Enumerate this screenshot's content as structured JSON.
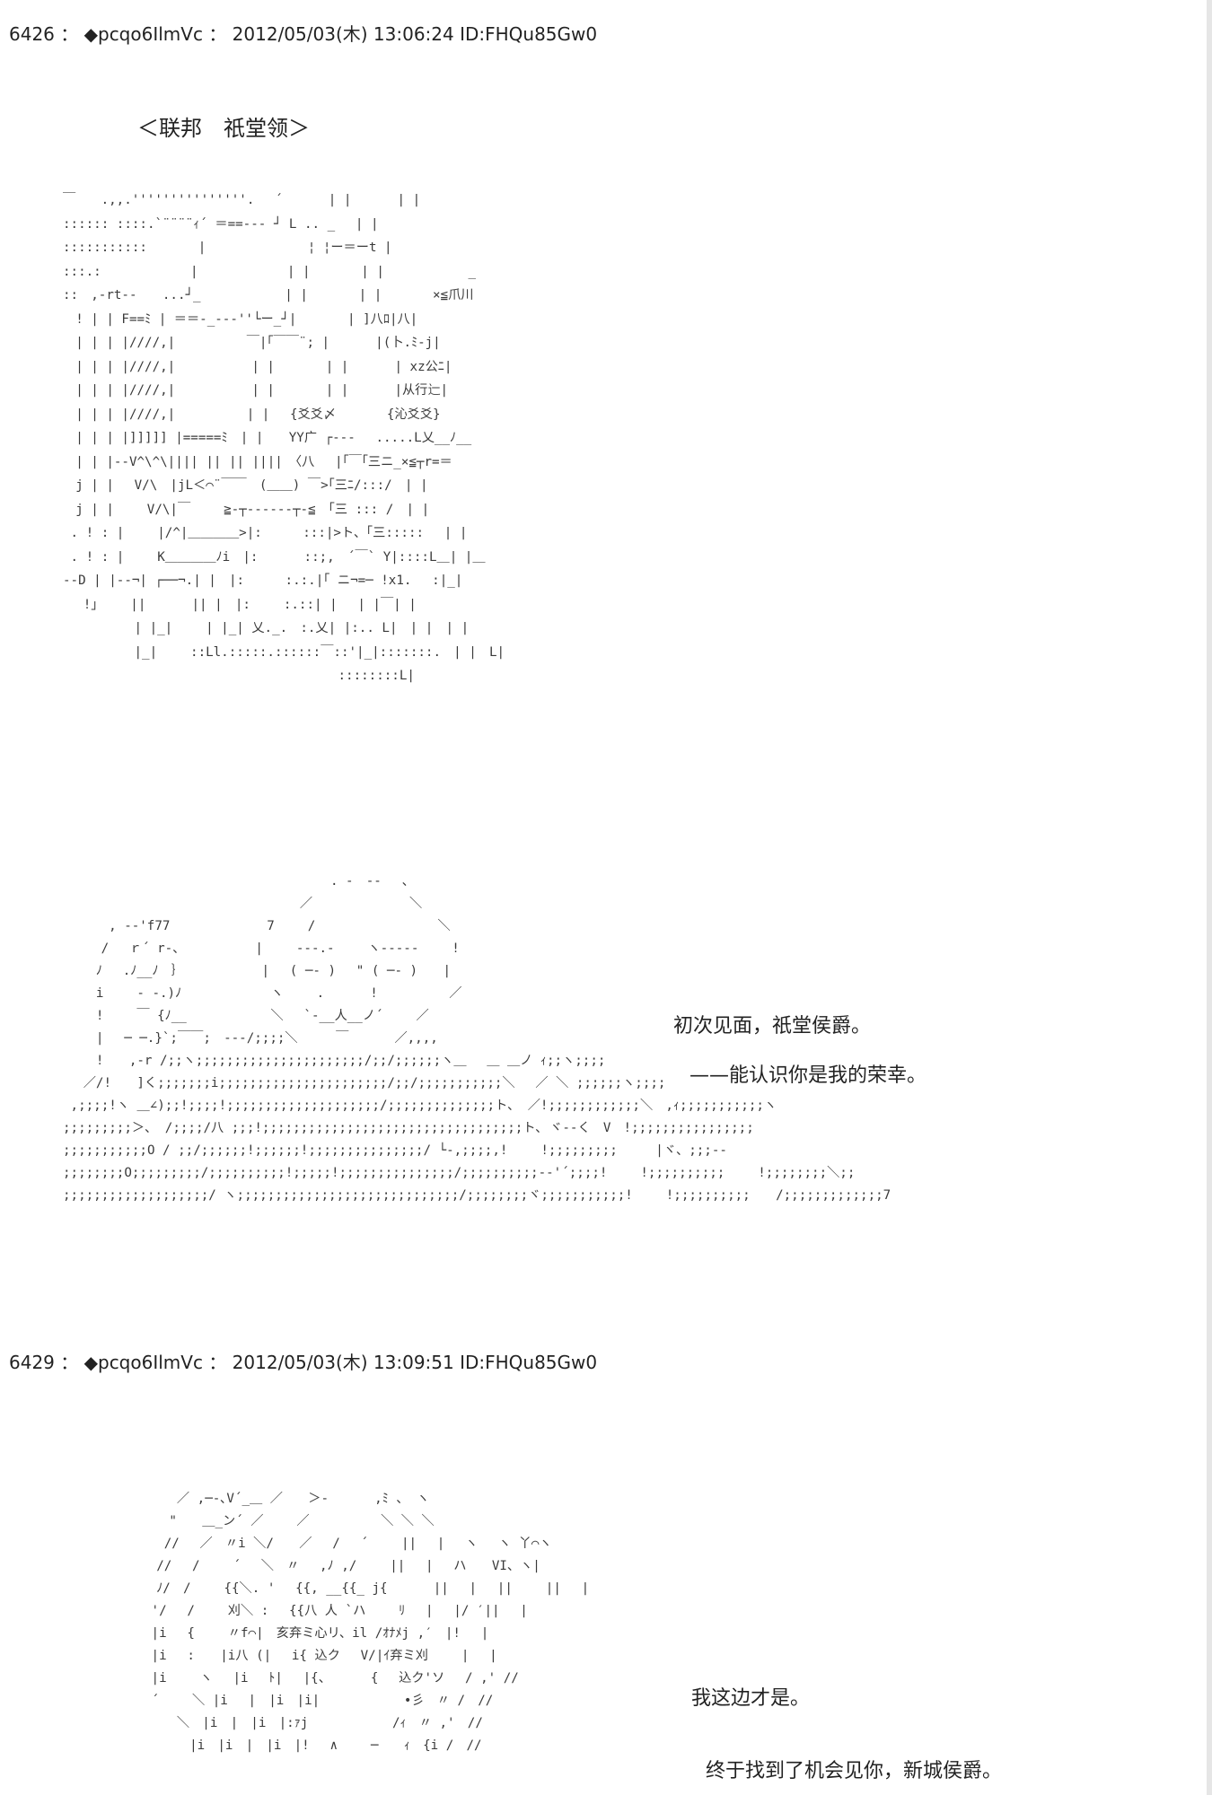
{
  "posts": [
    {
      "header": "6426 ： ◆pcqo6IlmVc ： 2012/05/03(木) 13:06:24 ID:FHQu85Gw0"
    },
    {
      "header": "6429 ： ◆pcqo6IlmVc ： 2012/05/03(木) 13:09:51 ID:FHQu85Gw0"
    }
  ],
  "scene_title": "＜联邦　祇堂领＞",
  "dialogue": {
    "line1": "初次见面，祇堂侯爵。",
    "line2": "——能认识你是我的荣幸。",
    "line3": "我这边才是。",
    "line4": "终于找到了机会见你，新城侯爵。"
  },
  "ascii_art": {
    "throne_room": "­￣　　.,,.'''''''''''''''.　 ´　　　 | |　　　 | |\n:::::: ::::.`¨¨¨¨ｨ´ ＝==--- ┘ L .. _　 | |\n:::::::::::　　　　|　　　　　　　　¦ ¦ー＝ーt |\n:::.:　　　　　　　|　　　　　　　| |　　　　| |　　　　　　 _\n::　,-rt--　　...┘_　　　　　　 | |　　　　| |　　　　×≦爪川\n　! | | F==ﾐ | ＝＝-_--‐''└ー_┘|　　　　| ]八ﾛ|八|\n　| | | |////,|　　　　　 ￣|｢￣￣¨; |　　　 |(卜.ﾐ-j|\n　| | | |////,|　　　　　　| |　　　　| |　　　 | xz公ﾆ|\n　| | | |////,|　　　　　　| |　　　　| |　　　 |从行辷|\n　| | | |////,|　　　　　 | |　 {爻爻〆　　　　{沁爻爻}\n　| | | |]]]]] |=====ﾐ　| |　　YY广 ┌‐‐‐　 .....L乂__ﾉ__\n　| | |--V^\\^\\|||| || || ||||　〈八　 |｢￣｢三ニ_×≦┬r=＝\n　j | |　 V/\\　|jL＜⌒¨￣￣　(＿＿) ￣>｢三ﾆ/:::/　| |\n　j | |　　 V/\\|￣　　 ≧-┬------┬-≦　｢三 ::: /　| |\n . ! : |　　 |/^|＿＿＿＿>|:　 　 :::|>ト、｢三:::::　 | |\n . ! : |　　 K＿＿＿＿ﾉi　|:　　　 ::;,　´￣` Y|::::L＿| |＿\n-‐D | |--¬| ┌──¬.| |　|:　 　 :.:.|｢ ニ¬=─ !x1.　 :|_|\n　 !」　　 ||　　　 || |　|:　　 :.::| |　 | |￣| |\n　　　　　 | |_|　　 | |_| 乂._.　:.乂| |:.. L|　| |　| |\n　　　　　 |_|　　 ::Ll.:::::.::::::￣::'|_|:::::::.　| |　L|\n　　　　　　　　　　　　　　　　　　　　　 ::::::::L|",
    "meeting": "　　　　　　　　　　　　　　　　　　　　　. -　--　 、\n　　　　　　　　　　　　　　　　　　 ／　　　　　　　 ＼\n　　　 , --'f77　　　　　　　 7　　 /　　　　　　　　　 ＼\n　　　/　 ｒ´ r-、　　　　　　|　　 ---.‐　　 ヽ--‐--　　 !\n　　 ﾉ　 .ﾉ__ﾉ　｝　　　　　　 |　 ( ─- )　 \" ( ─- )　　|\n　　 i　　 - -.)ﾉ　　　　　　　ヽ　　 .　　　 !　　　　　 ／\n　　 !　　 ￣ {ﾉ__　　　　　　 ＼　 `‐__人__ノ´　　 ／\n　　 |　 ─ ─.}`;￣￣;　---/;;;;＼　　　￣　　　 ／,,,,\n　　 !　　,-r /;;ヽ;;;;;;;;;;;;;;;;;;;;;;/;;/;;;;;;ヽ＿　 ＿ ＿ノ ｨ;;ヽ;;;;\n　 ／/!　　]く;;;;;;;i;;;;;;;;;;;;;;;;;;;;;;/;;/;;;;;;;;;;;＼　 ／ ＼ ;;;;;;ヽ;;;;\n ,;;;;!ヽ ＿∠);;!;;;;!;;;;;;;;;;;;;;;;;;;;/;;;;;;;;;;;;;;ト、 ／!;;;;;;;;;;;;＼　,ｨ;;;;;;;;;;;ヽ\n;;;;;;;;;＞、 /;;;;/八 ;;;!;;;;;;;;;;;;;;;;;;;;;;;;;;;;;;;;;;ト､ ヾ--く　V　!;;;;;;;;;;;;;;;;\n;;;;;;;;;;;O / ;;/;;;;;;!;;;;;;!;;;;;;;;;;;;;;;/ └-,;;;;,!　　 !;;;;;;;;;　　　|ヾ、;;;-‐\n;;;;;;;;O;;;;;;;;;/;;;;;;;;;;!;;;;;!;;;;;;;;;;;;;;;/;;;;;;;;;;--'´;;;;!　　 !;;;;;;;;;;　　 !;;;;;;;;＼;;\n;;;;;;;;;;;;;;;;;;;/ ヽ;;;;;;;;;;;;;;;;;;;;;;;;;;;;;/;;;;;;;;ヾ;;;;;;;;;;;!　　 !;;;;;;;;;;　　/;;;;;;;;;;;;;7",
    "girl": "　　 ／ ,─-､V´_＿ ／　　＞-　　　 ,ﾐ 、 ヽ\n　　\"　　＿_ン´ ／　　 ／　　　　　 ＼ ＼ ＼\n　 //　 ／　〃i ＼/　　／　 /　 ´　　 ||　 |　 ヽ　 ヽ 丫⌒ヽ\n　//　 /　　 ´　 ＼　〃　 ,ﾉ ,/　　 ||　 |　 ハ　　VI、ヽ|\n　ﾉ/　/　　 {{＼. '　 {{, __{{_ j{　　　 ||　 |　 ||　　 ||　 |\n '/　 /　　 刈＼ :　 {{八 人 `ハ　　 ﾘ　 |　 |/ ′||　 |\n |i　 {　　 〃f⌒|　亥弃ミ心リ、il /ｵﾅﾒj ,′　|!　 |\n |i　 :　　|i八 (|　 i{ 込ク　 V/|ｲ弃ミ刈　　 |　 |\n |i　　 ヽ　 |i　 ﾄ|　 |{、　　　 {　 込ク'ソ　 / ,' //\n ´　　 ＼ |i　 |　|i　|i|　　　　　　 •彡　〃 /　//\n　　 ＼　|i　|　|i　|:ｧj　　　　　　 /ｨ　〃 ,'　//\n　　　 |i　|i　|　|i　|!　 ∧　　 ─　　ｨ　{i /　//"
  }
}
